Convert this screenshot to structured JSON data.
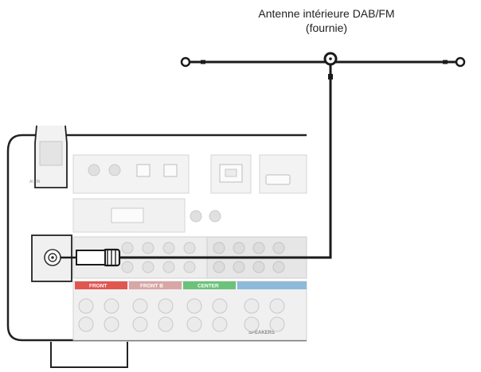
{
  "caption": {
    "line1": "Antenne intérieure DAB/FM",
    "line2": "(fournie)"
  },
  "panel": {
    "bands": [
      "FRONT",
      "FRONT B",
      "CENTER"
    ],
    "speakers_label": "SPEAKERS"
  },
  "colors": {
    "front": "#e0574f",
    "front_b": "#d9a6a6",
    "center": "#6cc27a",
    "surround": "#8fb9d9",
    "cable": "#1a1a1a",
    "panel_fill": "#eeeeee"
  }
}
